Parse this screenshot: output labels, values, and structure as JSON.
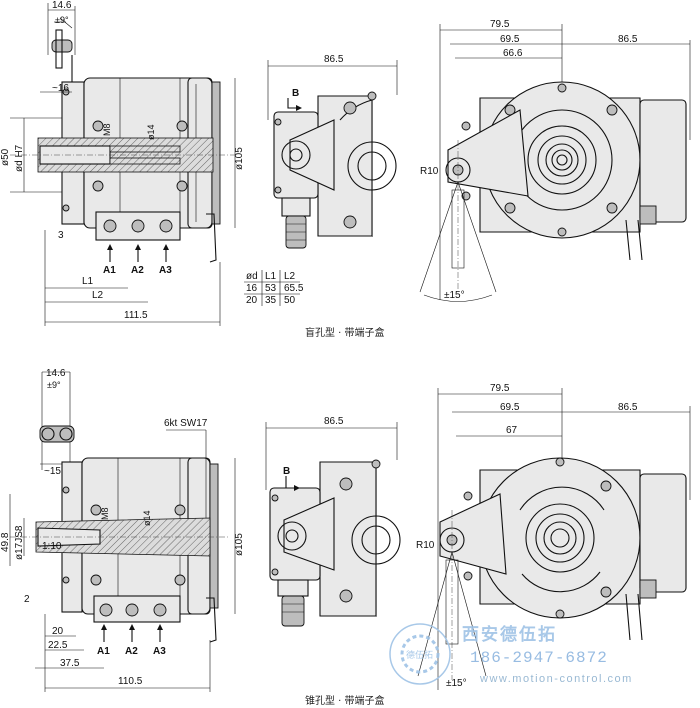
{
  "top": {
    "caption": "盲孔型 · 带端子盒",
    "side": {
      "d146": "14.6",
      "d9deg": "±9°",
      "d16": "~16",
      "dH7": "ød H7",
      "d50": "ø50",
      "d3": "3",
      "dM8": "M8",
      "d14": "ø14",
      "d105": "ø105",
      "a1": "A1",
      "a2": "A2",
      "a3": "A3",
      "L1": "L1",
      "L2": "L2",
      "d1115": "111.5"
    },
    "table": {
      "header": [
        "ød",
        "L1",
        "L2"
      ],
      "rows": [
        [
          "16",
          "53",
          "65.5"
        ],
        [
          "20",
          "35",
          "50"
        ]
      ]
    },
    "mid": {
      "d865": "86.5",
      "b": "B"
    },
    "front": {
      "d795": "79.5",
      "d695": "69.5",
      "d666": "66.6",
      "d865": "86.5",
      "r10": "R10",
      "ang": "±15°"
    }
  },
  "bottom": {
    "caption": "锥孔型 · 带端子盒",
    "side": {
      "d146": "14.6",
      "d9deg": "±9°",
      "d15": "~15",
      "d498": "49.8",
      "dJS8": "ø17JS8",
      "taper": "1:10",
      "d2": "2",
      "dM8": "M8",
      "d14": "ø14",
      "d105": "ø105",
      "sw17": "6kt SW17",
      "a1": "A1",
      "a2": "A2",
      "a3": "A3",
      "d20": "20",
      "d225": "22.5",
      "d375": "37.5",
      "d1105": "110.5"
    },
    "mid": {
      "d865": "86.5",
      "b": "B"
    },
    "front": {
      "d795": "79.5",
      "d695": "69.5",
      "d67": "67",
      "d865": "86.5",
      "r10": "R10",
      "ang": "±15°"
    }
  },
  "watermark": {
    "company": "西安德伍拓",
    "phone": "186-2947-6872",
    "url": "www.motion-control.com",
    "logo_ring_text": "德伍拓",
    "logo_color": "#9fc3e6"
  }
}
